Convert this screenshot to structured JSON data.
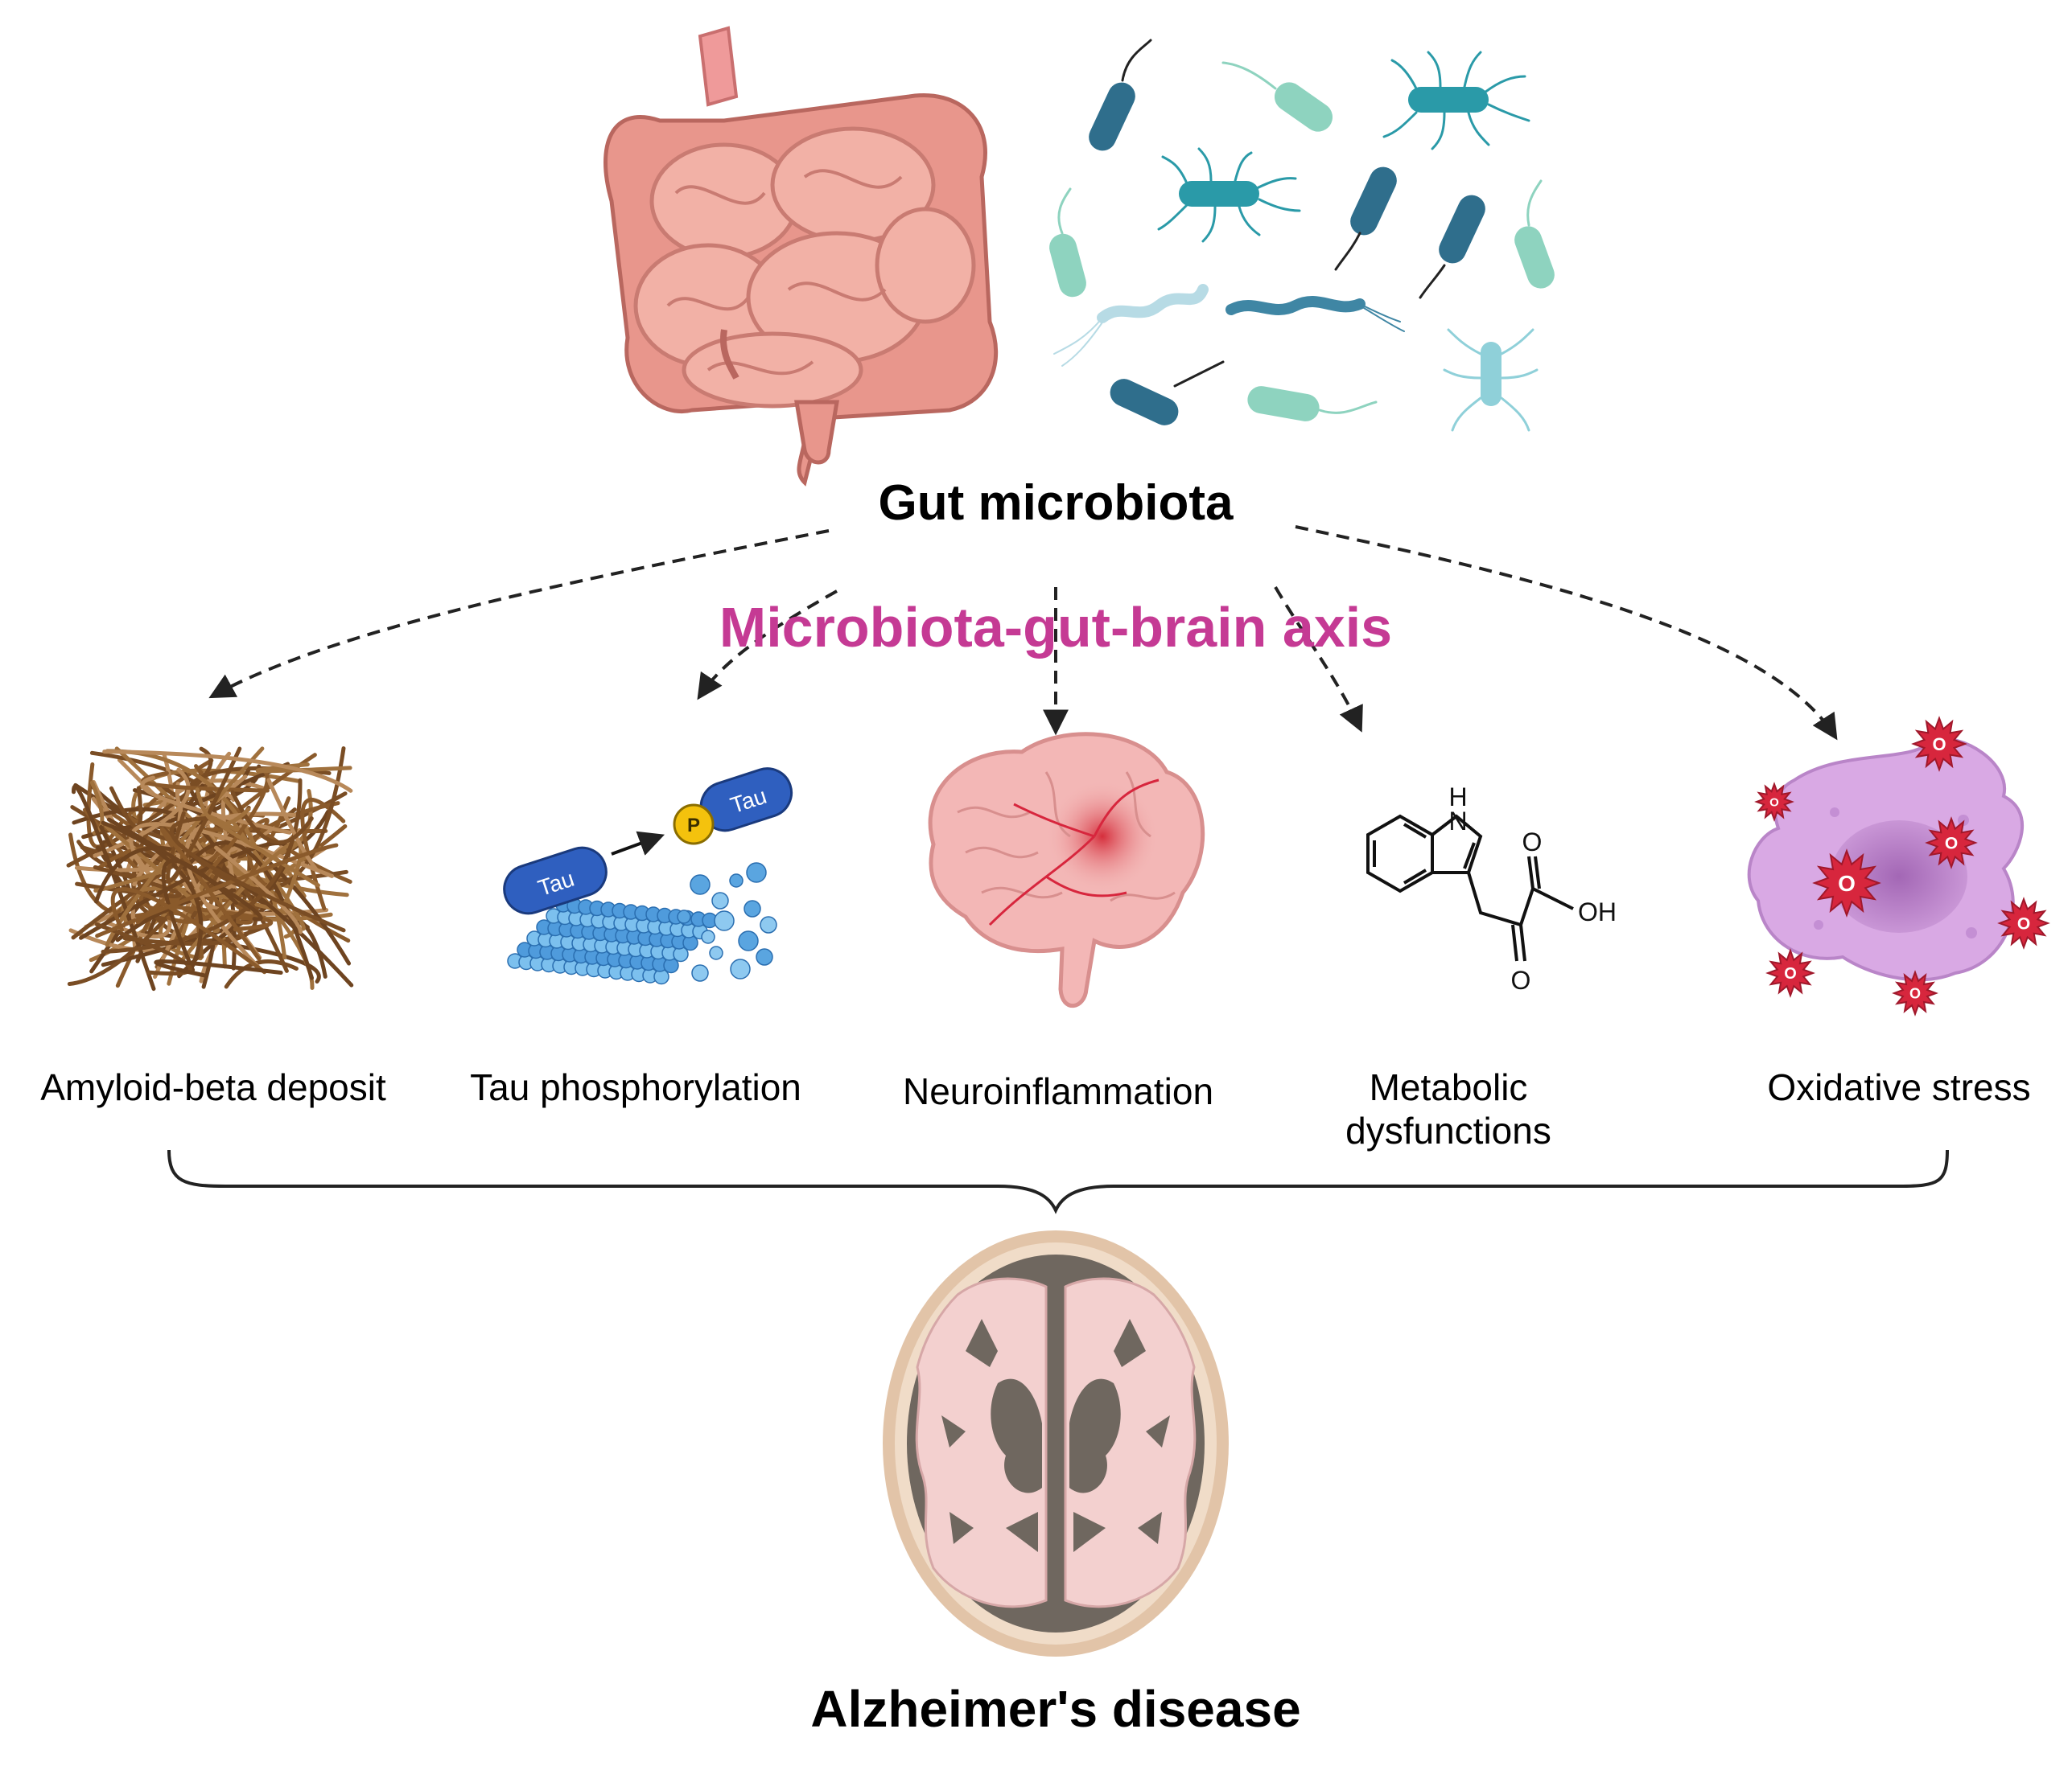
{
  "diagram": {
    "top_label": "Gut microbiota",
    "axis_label": "Microbiota-gut-brain axis",
    "mechanisms": [
      {
        "label": "Amyloid-beta deposit"
      },
      {
        "label": "Tau phosphorylation"
      },
      {
        "label": "Neuroinflammation"
      },
      {
        "label": "Metabolic\ndysfunctions"
      },
      {
        "label": "Oxidative stress"
      }
    ],
    "tau_labels": [
      "Tau",
      "Tau"
    ],
    "phospho_label": "P",
    "molecule_labels": {
      "nh": "H",
      "n": "N",
      "o1": "O",
      "oh": "OH",
      "o2": "O"
    },
    "oxygen_label": "O",
    "bottom_label": "Alzheimer's disease"
  },
  "colors": {
    "axis_accent": "#c53a94",
    "intestine": "#e59a90",
    "bacteria_dark": "#2f6e8c",
    "bacteria_teal": "#2a9aa8",
    "bacteria_mint": "#8ed3bf",
    "amyloid": "#8a5a2b",
    "tau_blue": "#2f5fbf",
    "brain_pink": "#f3b7b6",
    "cell_purple": "#d9a9e4",
    "ros_red": "#d7263d",
    "skull": "#e2c4a8"
  }
}
